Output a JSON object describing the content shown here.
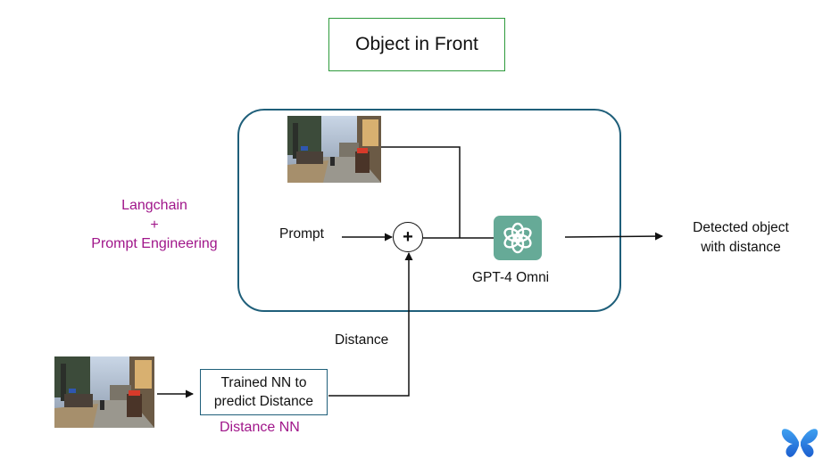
{
  "title": "Object in Front",
  "side_note": {
    "line1": "Langchain",
    "line2": "+",
    "line3": "Prompt Engineering"
  },
  "prompt_label": "Prompt",
  "plus_symbol": "+",
  "model_label": "GPT-4 Omni",
  "output_label": {
    "line1": "Detected object",
    "line2": "with distance"
  },
  "distance_label": "Distance",
  "nn_box": {
    "line1": "Trained NN to",
    "line2": "predict Distance"
  },
  "nn_caption": "Distance NN",
  "colors": {
    "accent_magenta": "#a0168a",
    "title_border": "#2e9a3c",
    "container_border": "#1f5f7a",
    "gpt_icon_bg": "#66aa97"
  },
  "icons": [
    "street-photo",
    "openai-logo-icon",
    "butterfly-logo-icon"
  ]
}
